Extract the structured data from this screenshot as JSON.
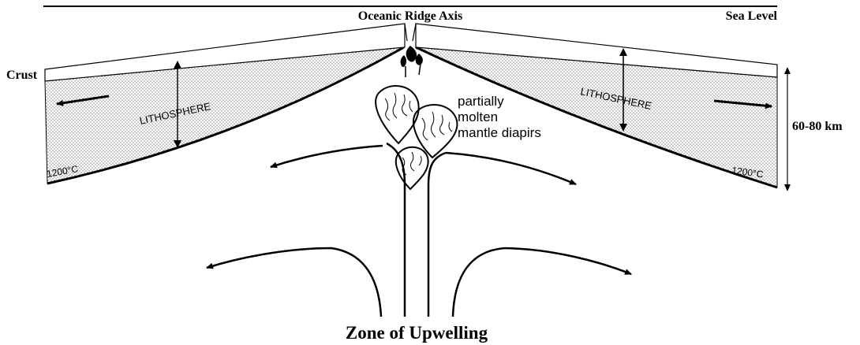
{
  "diagram": {
    "labels": {
      "ridge_axis": "Oceanic Ridge Axis",
      "sea_level": "Sea Level",
      "crust": "Crust",
      "lithosphere": "LITHOSPHERE",
      "temperature": "1200°C",
      "depth": "60-80 km",
      "diapirs_line1": "partially",
      "diapirs_line2": "molten",
      "diapirs_line3": "mantle diapirs",
      "upwelling": "Zone of Upwelling"
    },
    "colors": {
      "ink": "#000000",
      "crust_fill": "#ffffff",
      "lithosphere_stipple": "#000000",
      "background": "#ffffff"
    }
  }
}
